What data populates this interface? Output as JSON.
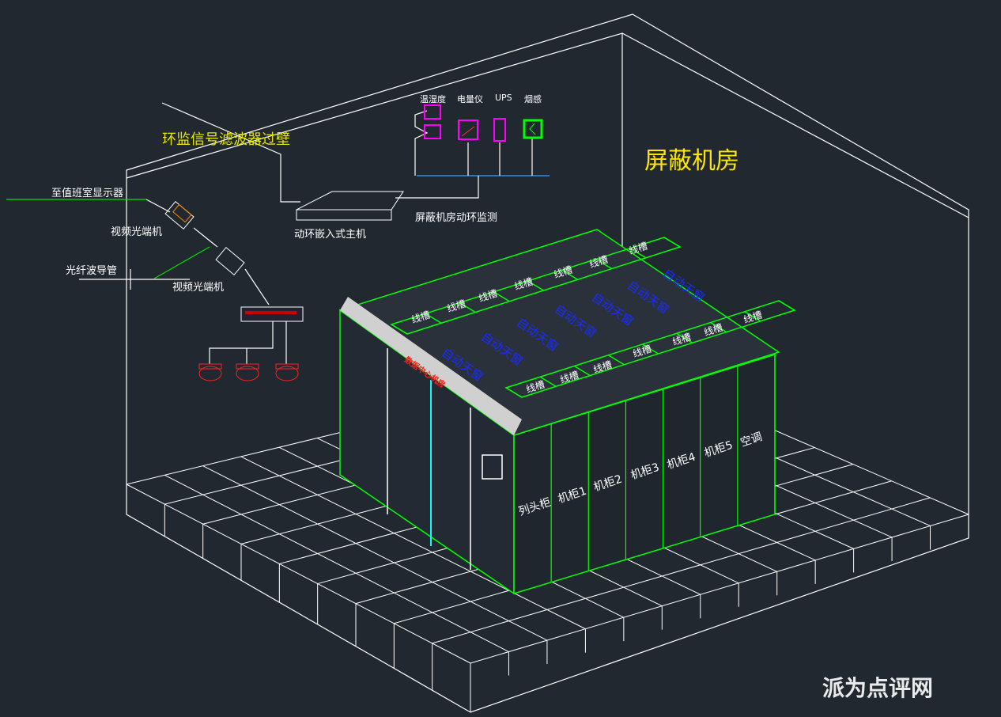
{
  "title": "屏蔽机房",
  "filter_label": "环监信号滤波器过壁",
  "labels": {
    "display": "至值班室显示器",
    "optical_1": "视频光端机",
    "optical_2": "视频光端机",
    "waveguide": "光纤波导管",
    "host": "动环嵌入式主机",
    "monitoring": "屏蔽机房动环监测",
    "data_center": "数据中心机房"
  },
  "sensors": [
    "温湿度",
    "电量仪",
    "UPS",
    "烟感"
  ],
  "cabinets": [
    "列头柜",
    "机柜1",
    "机柜2",
    "机柜3",
    "机柜4",
    "机柜5",
    "空调"
  ],
  "tray_label": "线槽",
  "skylight_label": "自动天窗",
  "watermark": "派为点评网",
  "colors": {
    "background": "#212830",
    "lines": "#ffffff",
    "cabinet": "#00ff00",
    "sensor": "#ff00ff",
    "skylight_text": "#1a2cff",
    "title": "#ffe600"
  }
}
